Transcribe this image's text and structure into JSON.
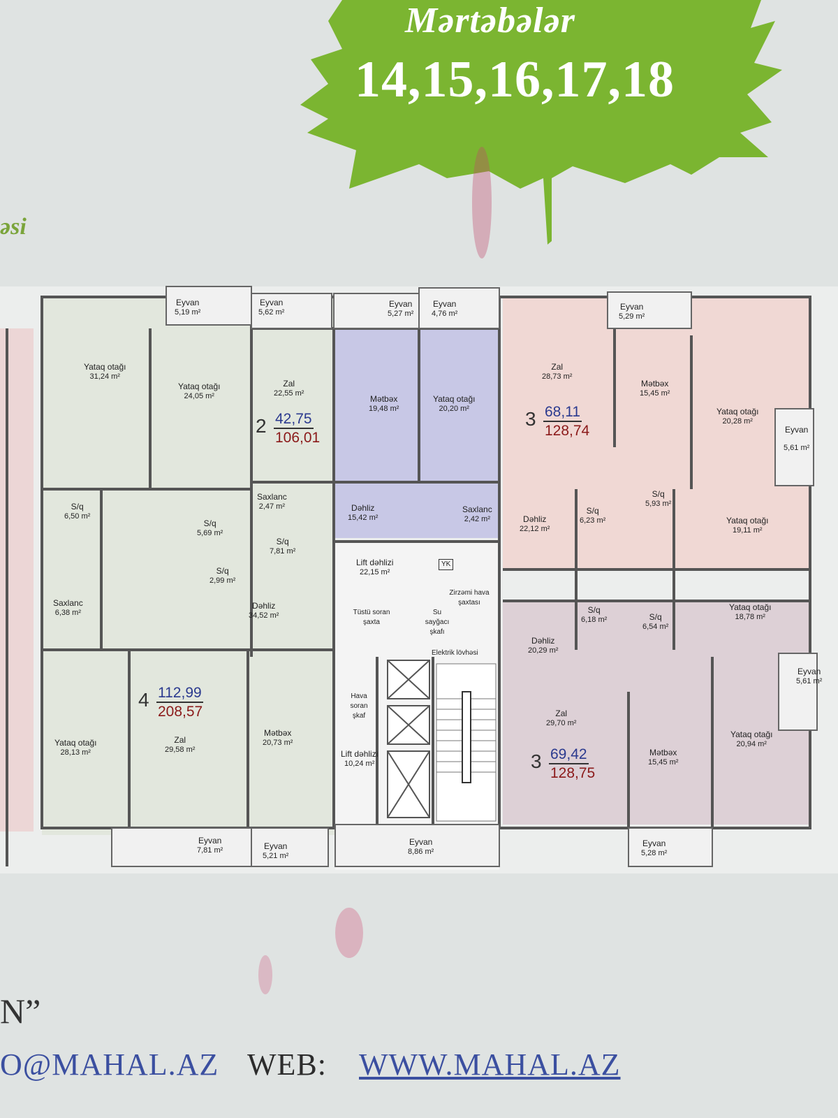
{
  "header": {
    "title": "Mərtəbələr",
    "floors": "14,15,16,17,18",
    "side_text": "əsi"
  },
  "colors": {
    "leaf_green": "#7bb531",
    "apt2_fill": "#c8c8e6",
    "apt3_top_fill": "#f0d8d4",
    "apt3_bottom_fill": "#ddd0d6",
    "apt4_fill": "#dbe6d2",
    "corridor_fill": "#f2f2f2",
    "wall": "#555555"
  },
  "apartments": {
    "apt2": {
      "rooms": "2",
      "living": "42,75",
      "total": "106,01"
    },
    "apt4": {
      "rooms": "4",
      "living": "112,99",
      "total": "208,57"
    },
    "apt3_top": {
      "rooms": "3",
      "living": "68,11",
      "total": "128,74"
    },
    "apt3_bottom": {
      "rooms": "3",
      "living": "69,42",
      "total": "128,75"
    }
  },
  "rooms": {
    "left_eyvan_519": {
      "name": "Eyvan",
      "area": "5,19 m²"
    },
    "left_yataq_3124": {
      "name": "Yataq otağı",
      "area": "31,24 m²"
    },
    "left_yataq_2405": {
      "name": "Yataq otağı",
      "area": "24,05 m²"
    },
    "left_sq_650": {
      "name": "S/q",
      "area": "6,50 m²"
    },
    "left_sq_569": {
      "name": "S/q",
      "area": "5,69 m²"
    },
    "left_sq_299": {
      "name": "S/q",
      "area": "2,99 m²"
    },
    "left_saxlanc_638": {
      "name": "Saxlanc",
      "area": "6,38 m²"
    },
    "left_dehliz_3452": {
      "name": "Dəhliz",
      "area": "34,52 m²"
    },
    "left_yataq_2813": {
      "name": "Yataq otağı",
      "area": "28,13 m²"
    },
    "left_zal_2958": {
      "name": "Zal",
      "area": "29,58 m²"
    },
    "left_metbex_2073": {
      "name": "Mətbəx",
      "area": "20,73 m²"
    },
    "left_eyvan_781": {
      "name": "Eyvan",
      "area": "7,81 m²"
    },
    "left_eyvan_521": {
      "name": "Eyvan",
      "area": "5,21 m²"
    },
    "a2_eyvan_562": {
      "name": "Eyvan",
      "area": "5,62 m²"
    },
    "a2_eyvan_527": {
      "name": "Eyvan",
      "area": "5,27 m²"
    },
    "a2_eyvan_476": {
      "name": "Eyvan",
      "area": "4,76 m²"
    },
    "a2_zal_2255": {
      "name": "Zal",
      "area": "22,55 m²"
    },
    "a2_metbex_1948": {
      "name": "Mətbəx",
      "area": "19,48 m²"
    },
    "a2_yataq_2020": {
      "name": "Yataq otağı",
      "area": "20,20 m²"
    },
    "a2_saxlanc_247": {
      "name": "Saxlanc",
      "area": "2,47 m²"
    },
    "a2_dehliz_1542": {
      "name": "Dəhliz",
      "area": "15,42 m²"
    },
    "a2_saxlanc_242": {
      "name": "Saxlanc",
      "area": "2,42 m²"
    },
    "a2_sq_781": {
      "name": "S/q",
      "area": "7,81 m²"
    },
    "c_lift_dehlizi_2215": {
      "name": "Lift dəhlizi",
      "area": "22,15 m²"
    },
    "c_yk": {
      "name": "YK",
      "area": ""
    },
    "c_zirzemi": {
      "name": "Zirzəmi hava şaxtası",
      "area": ""
    },
    "c_tustu": {
      "name": "Tüstü soran şaxta",
      "area": ""
    },
    "c_su": {
      "name": "Su sayğacı şkafı",
      "area": ""
    },
    "c_elektrik": {
      "name": "Elektrik lövhəsi",
      "area": ""
    },
    "c_hava": {
      "name": "Hava soran şkaf",
      "area": ""
    },
    "c_lift_dehlizi_1024": {
      "name": "Lift dəhlizi",
      "area": "10,24 m²"
    },
    "c_eyvan_886": {
      "name": "Eyvan",
      "area": "8,86 m²"
    },
    "r1_eyvan_529": {
      "name": "Eyvan",
      "area": "5,29 m²"
    },
    "r1_zal_2873": {
      "name": "Zal",
      "area": "28,73 m²"
    },
    "r1_metbex_1545": {
      "name": "Mətbəx",
      "area": "15,45 m²"
    },
    "r1_yataq_2028": {
      "name": "Yataq otağı",
      "area": "20,28 m²"
    },
    "r1_eyvan_561": {
      "name": "Eyvan",
      "area": "5,61 m²"
    },
    "r1_sq_593": {
      "name": "S/q",
      "area": "5,93 m²"
    },
    "r1_sq_623": {
      "name": "S/q",
      "area": "6,23 m²"
    },
    "r1_dehliz_2212": {
      "name": "Dəhliz",
      "area": "22,12 m²"
    },
    "r1_yataq_1911": {
      "name": "Yataq otağı",
      "area": "19,11 m²"
    },
    "r2_sq_618": {
      "name": "S/q",
      "area": "6,18 m²"
    },
    "r2_sq_654": {
      "name": "S/q",
      "area": "6,54 m²"
    },
    "r2_yataq_1878": {
      "name": "Yataq otağı",
      "area": "18,78 m²"
    },
    "r2_dehliz_2029": {
      "name": "Dəhliz",
      "area": "20,29 m²"
    },
    "r2_eyvan_561": {
      "name": "Eyvan",
      "area": "5,61 m²"
    },
    "r2_zal_2970": {
      "name": "Zal",
      "area": "29,70 m²"
    },
    "r2_yataq_2094": {
      "name": "Yataq otağı",
      "area": "20,94 m²"
    },
    "r2_metbex_1545": {
      "name": "Mətbəx",
      "area": "15,45 m²"
    },
    "r2_eyvan_528": {
      "name": "Eyvan",
      "area": "5,28 m²"
    }
  },
  "footer": {
    "quote_fragment": "N”",
    "email": "O@MAHAL.AZ",
    "web_label": "WEB:",
    "web_url": "WWW.MAHAL.AZ"
  }
}
